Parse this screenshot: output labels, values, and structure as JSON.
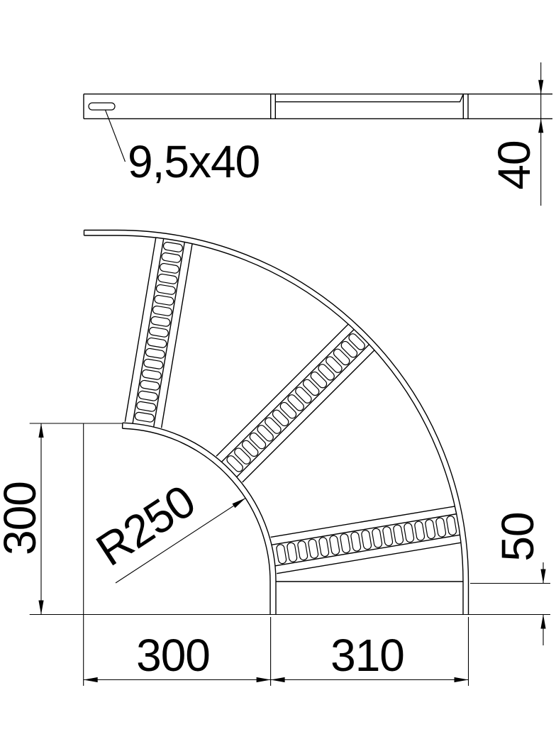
{
  "drawing": {
    "side_view": {
      "slot_label": "9,5x40",
      "height_dim": "40"
    },
    "plan_view": {
      "radius_label": "R250",
      "left_height_dim": "300",
      "bottom_width_dim_left": "300",
      "bottom_width_dim_right": "310",
      "right_end_dim": "50"
    }
  },
  "colors": {
    "line": "#000000",
    "background": "#ffffff"
  }
}
